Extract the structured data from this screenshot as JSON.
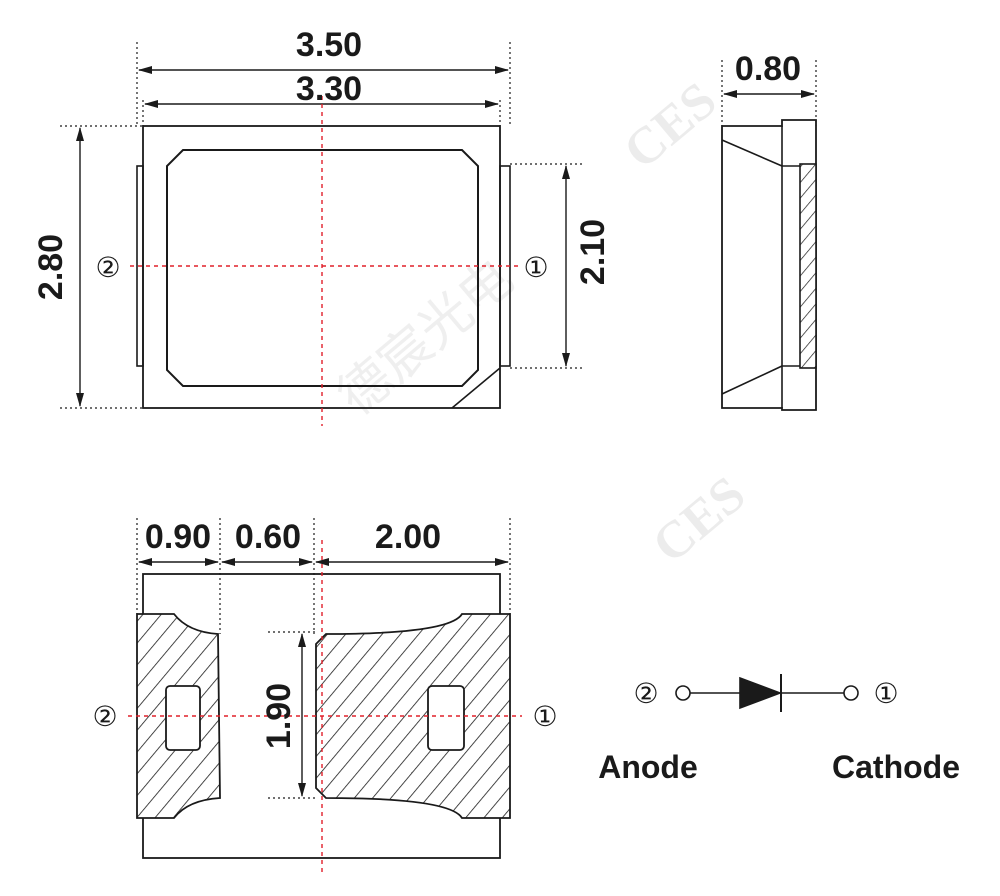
{
  "top_view": {
    "width_total": "3.50",
    "width_lens": "3.30",
    "height_total": "2.80",
    "height_pad": "2.10",
    "pin_left": "②",
    "pin_right": "①"
  },
  "side_view": {
    "thickness": "0.80"
  },
  "bottom_view": {
    "pad_left": "0.90",
    "gap": "0.60",
    "pad_right": "2.00",
    "pad_height": "1.90",
    "pin_left": "②",
    "pin_right": "①"
  },
  "symbol": {
    "pin_anode": "②",
    "pin_cathode": "①",
    "anode_label": "Anode",
    "cathode_label": "Cathode"
  },
  "watermark": {
    "brand": "CES",
    "brand_cn": "德宸光电"
  },
  "colors": {
    "line": "#1a1a1a",
    "center_line": "#e0202a"
  }
}
